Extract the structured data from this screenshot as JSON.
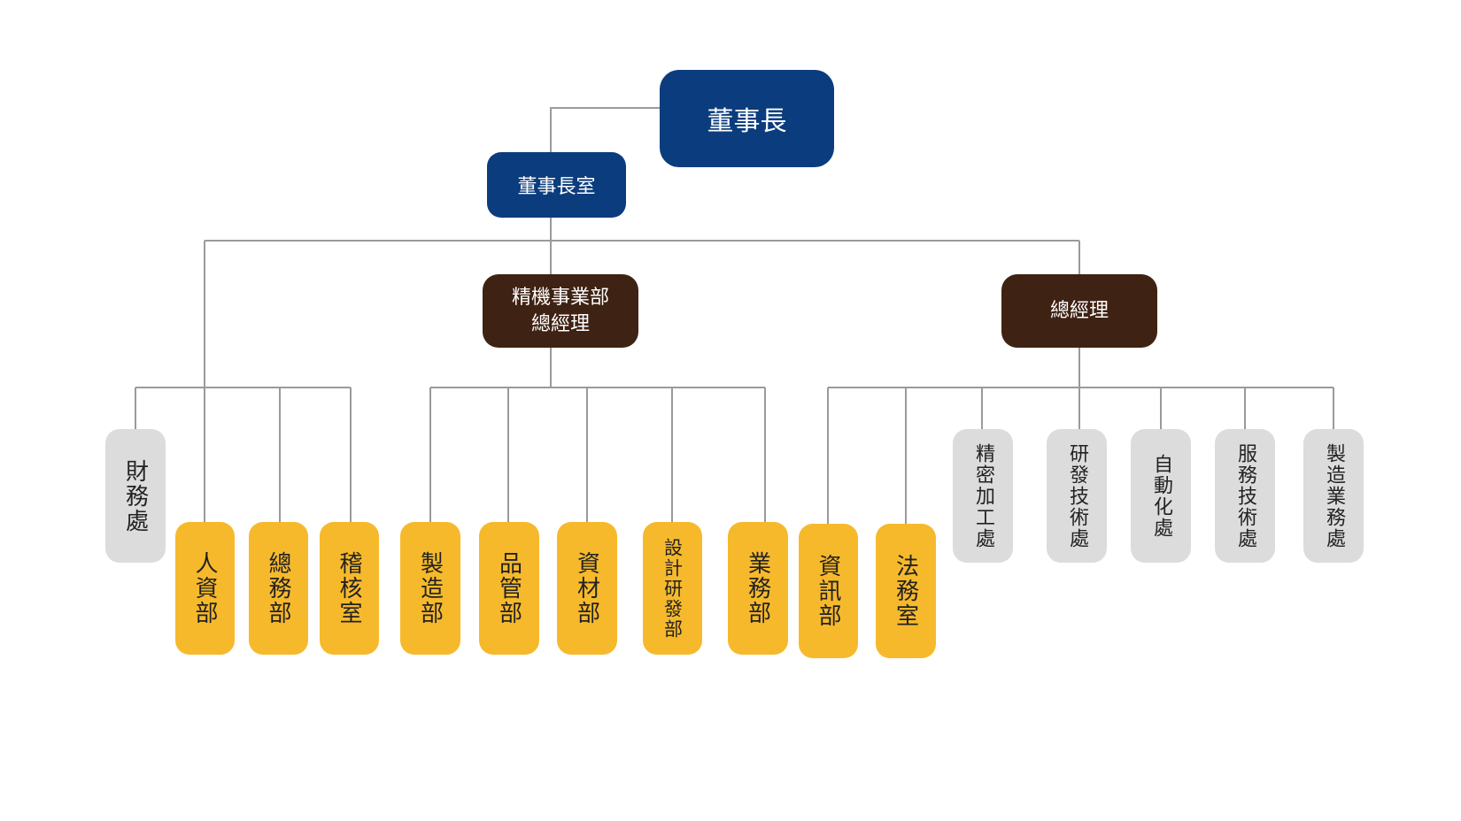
{
  "chairman": "董事長",
  "chairman_office": "董事長室",
  "precision_gm": "精機事業部\n總經理",
  "general_manager": "總經理",
  "departments": {
    "finance": "財務處",
    "hr": "人資部",
    "general_affairs": "總務部",
    "audit": "稽核室",
    "manufacturing": "製造部",
    "quality": "品管部",
    "materials": "資材部",
    "design_rd": "設計研發部",
    "sales": "業務部",
    "it": "資訊部",
    "legal": "法務室",
    "precision_machining": "精密加工處",
    "rd_tech": "研發技術處",
    "automation": "自動化處",
    "service_tech": "服務技術處",
    "mfg_business": "製造業務處"
  },
  "colors": {
    "executive": "#0b3c7d",
    "manager": "#3e2213",
    "department": "#f7b92c",
    "division": "#dcdcdc",
    "connector": "#9a9a9a"
  }
}
